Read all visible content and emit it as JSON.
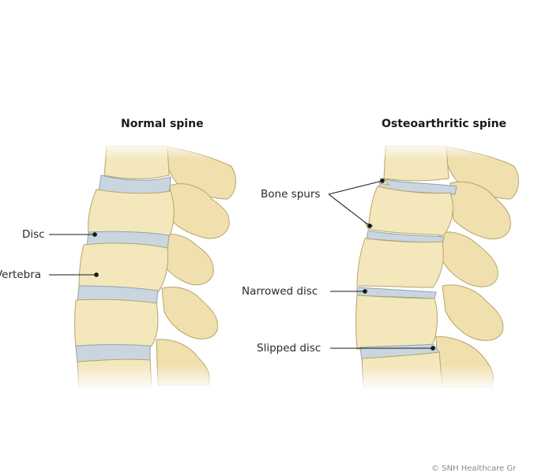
{
  "figure": {
    "panels": [
      {
        "id": "normal",
        "title": "Normal spine",
        "labels": [
          "Disc",
          "Vertebra"
        ]
      },
      {
        "id": "oa",
        "title": "Osteoarthritic spine",
        "labels": [
          "Bone spurs",
          "Narrowed disc",
          "Slipped disc"
        ]
      }
    ],
    "credit": "© SNH Healthcare Gr"
  },
  "colors": {
    "bone": "#f3e7bb",
    "bone_shadow": "#dcc98a",
    "bone_outline": "#b9a46a",
    "disc": "#c9d6df",
    "disc_outline": "#8fa3b3",
    "leader": "#1a1a1a"
  }
}
